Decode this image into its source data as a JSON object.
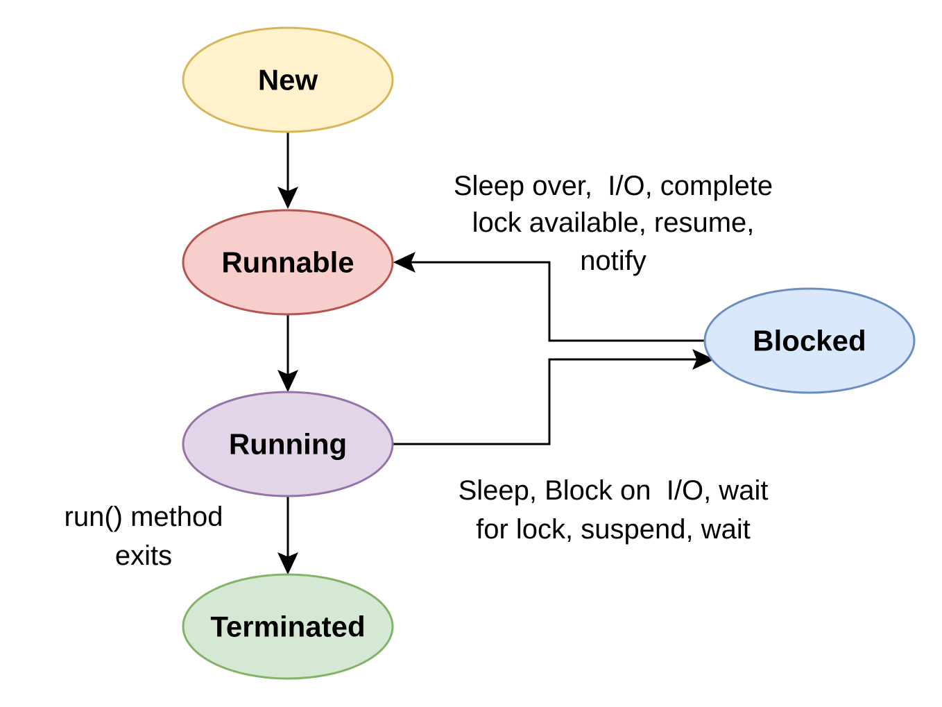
{
  "states": {
    "new": {
      "label": "New",
      "fill": "#FFF2CC",
      "stroke": "#D6B656"
    },
    "runnable": {
      "label": "Runnable",
      "fill": "#F8CECC",
      "stroke": "#B85450"
    },
    "running": {
      "label": "Running",
      "fill": "#E1D5E7",
      "stroke": "#9673A6"
    },
    "terminated": {
      "label": "Terminated",
      "fill": "#D5E8D4",
      "stroke": "#82B366"
    },
    "blocked": {
      "label": "Blocked",
      "fill": "#DAE8FC",
      "stroke": "#6C8EBF"
    }
  },
  "transitions": {
    "blocked_to_runnable": {
      "lines": [
        "Sleep over,  I/O, complete",
        "lock available, resume,",
        "notify"
      ]
    },
    "running_to_blocked": {
      "lines": [
        "Sleep, Block on  I/O, wait",
        "for lock, suspend, wait"
      ]
    },
    "running_to_terminated": {
      "lines": [
        "run() method",
        "exits"
      ]
    }
  }
}
